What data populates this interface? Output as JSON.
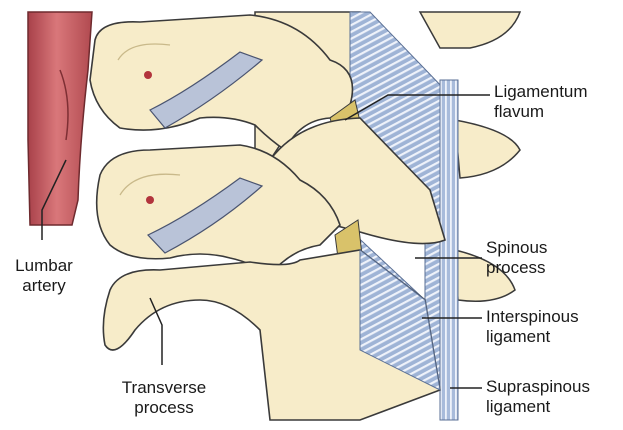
{
  "colors": {
    "bone": "#f7ecc9",
    "bone_shadow": "#e6d6a6",
    "bone_outline": "#3a3a3a",
    "artery": "#c9595c",
    "artery_dark": "#9e3a3e",
    "ligament_blue": "#9fb4d6",
    "ligament_stripe": "#eef2fa",
    "flavum": "#d9c26a",
    "nerve": "#b9c3d8",
    "leader": "#222222"
  },
  "labels": {
    "ligamentum_flavum": [
      "Ligamentum",
      "flavum"
    ],
    "spinous_process": [
      "Spinous",
      "process"
    ],
    "interspinous_ligament": [
      "Interspinous",
      "ligament"
    ],
    "supraspinous_ligament": [
      "Supraspinous",
      "ligament"
    ],
    "lumbar_artery": [
      "Lumbar",
      "artery"
    ],
    "transverse_process": [
      "Transverse",
      "process"
    ]
  }
}
